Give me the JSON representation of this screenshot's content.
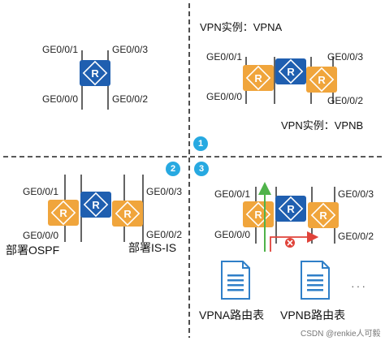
{
  "quadrants": {
    "top_left": {
      "ports": {
        "tl": "GE0/0/1",
        "tr": "GE0/0/3",
        "bl": "GE0/0/0",
        "br": "GE0/0/2"
      }
    },
    "top_right": {
      "vpn_a": "VPN实例：VPNA",
      "vpn_b": "VPN实例：VPNB",
      "ports": {
        "tl": "GE0/0/1",
        "tr": "GE0/0/3",
        "bl": "GE0/0/0",
        "br": "GE0/0/2"
      }
    },
    "bottom_left": {
      "ports": {
        "tl": "GE0/0/1",
        "tr": "GE0/0/3",
        "bl": "GE0/0/0",
        "br": "GE0/0/2"
      },
      "deploy_left": "部署OSPF",
      "deploy_right": "部署IS-IS"
    },
    "bottom_right": {
      "ports": {
        "tl": "GE0/0/1",
        "tr": "GE0/0/3",
        "bl": "GE0/0/0",
        "br": "GE0/0/2"
      },
      "table_a": "VPNA路由表",
      "table_b": "VPNB路由表",
      "more": "···"
    }
  },
  "step_badges": [
    "1",
    "2",
    "3"
  ],
  "watermark": "CSDN @renkie人可毅",
  "colors": {
    "router_blue": "#1f5fb0",
    "router_orange": "#f0a53c",
    "badge": "#27a9e1",
    "arrow_green": "#4fb34a",
    "arrow_red": "#e0433a",
    "doc_blue": "#2f7fc8"
  }
}
